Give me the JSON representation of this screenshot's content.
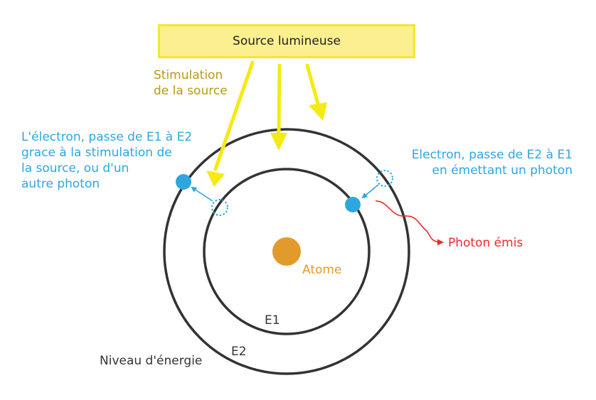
{
  "source": {
    "label": "Source lumineuse"
  },
  "stimulation": {
    "lines": [
      "Stimulation",
      "de la source"
    ]
  },
  "left_text": {
    "lines": [
      "L'électron, passe de E1 à E2",
      "grace à la stimulation de",
      "la source, ou d'un",
      "autre photon"
    ]
  },
  "right_text": {
    "lines": [
      "Electron, passe de E2 à E1",
      "en émettant un photon"
    ]
  },
  "photon": {
    "label": "Photon émis"
  },
  "atom": {
    "label": "Atome"
  },
  "levels": {
    "e1": "E1",
    "e2": "E2",
    "caption": "Niveau d'énergie"
  },
  "colors": {
    "yellow": "#f5ea11",
    "source_fill": "#fbef8f",
    "blue": "#2ea6de",
    "red": "#ee2a2a",
    "orange": "#e29b2a",
    "olive": "#b89a12",
    "orbit": "#333333"
  }
}
